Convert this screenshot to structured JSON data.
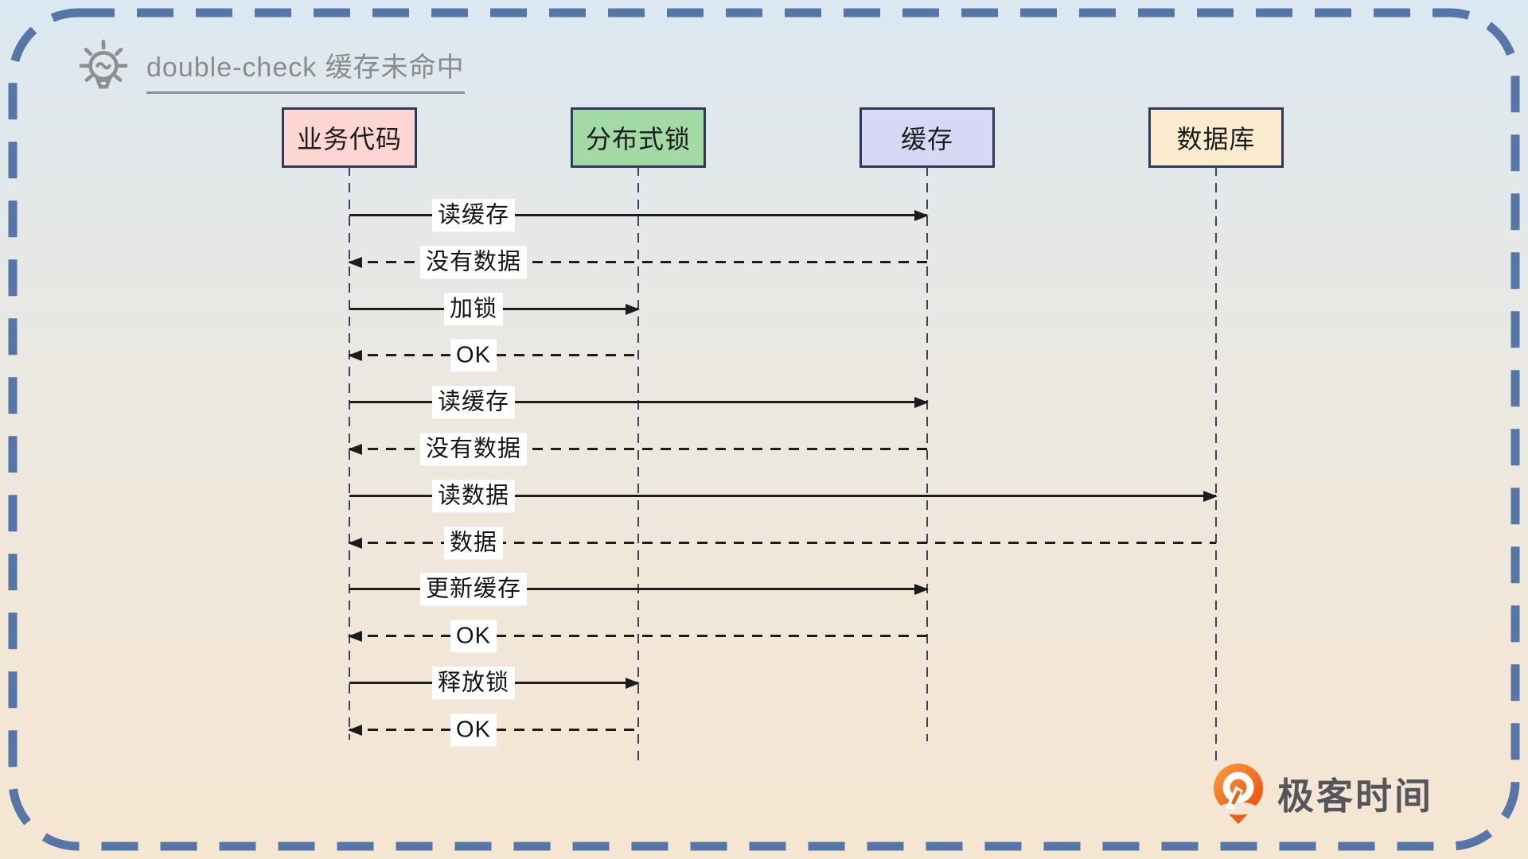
{
  "header": {
    "title": "double-check 缓存未命中",
    "icon": "lightbulb-icon"
  },
  "diagram": {
    "type": "sequence",
    "participants": [
      {
        "id": "business",
        "label": "业务代码",
        "fill": "#fdd6d4"
      },
      {
        "id": "lock",
        "label": "分布式锁",
        "fill": "#a3d9a5"
      },
      {
        "id": "cache",
        "label": "缓存",
        "fill": "#d7d7f6"
      },
      {
        "id": "db",
        "label": "数据库",
        "fill": "#fceccf"
      }
    ],
    "messages": [
      {
        "label": "读缓存",
        "from": "business",
        "to": "cache",
        "style": "solid"
      },
      {
        "label": "没有数据",
        "from": "cache",
        "to": "business",
        "style": "dashed"
      },
      {
        "label": "加锁",
        "from": "business",
        "to": "lock",
        "style": "solid"
      },
      {
        "label": "OK",
        "from": "lock",
        "to": "business",
        "style": "dashed"
      },
      {
        "label": "读缓存",
        "from": "business",
        "to": "cache",
        "style": "solid"
      },
      {
        "label": "没有数据",
        "from": "cache",
        "to": "business",
        "style": "dashed"
      },
      {
        "label": "读数据",
        "from": "business",
        "to": "db",
        "style": "solid"
      },
      {
        "label": "数据",
        "from": "db",
        "to": "business",
        "style": "dashed"
      },
      {
        "label": "更新缓存",
        "from": "business",
        "to": "cache",
        "style": "solid"
      },
      {
        "label": "OK",
        "from": "cache",
        "to": "business",
        "style": "dashed"
      },
      {
        "label": "释放锁",
        "from": "business",
        "to": "lock",
        "style": "solid"
      },
      {
        "label": "OK",
        "from": "lock",
        "to": "business",
        "style": "dashed"
      }
    ]
  },
  "footer": {
    "brand": "极客时间",
    "brand_icon": "geektime-logo"
  },
  "colors": {
    "border_dash": "#5676a8",
    "box_border": "#2e3a57",
    "arrow": "#1c1c1c",
    "title_gray": "#8b8b8b",
    "brand_orange": "#ee5d13",
    "brand_text": "#55565b"
  }
}
